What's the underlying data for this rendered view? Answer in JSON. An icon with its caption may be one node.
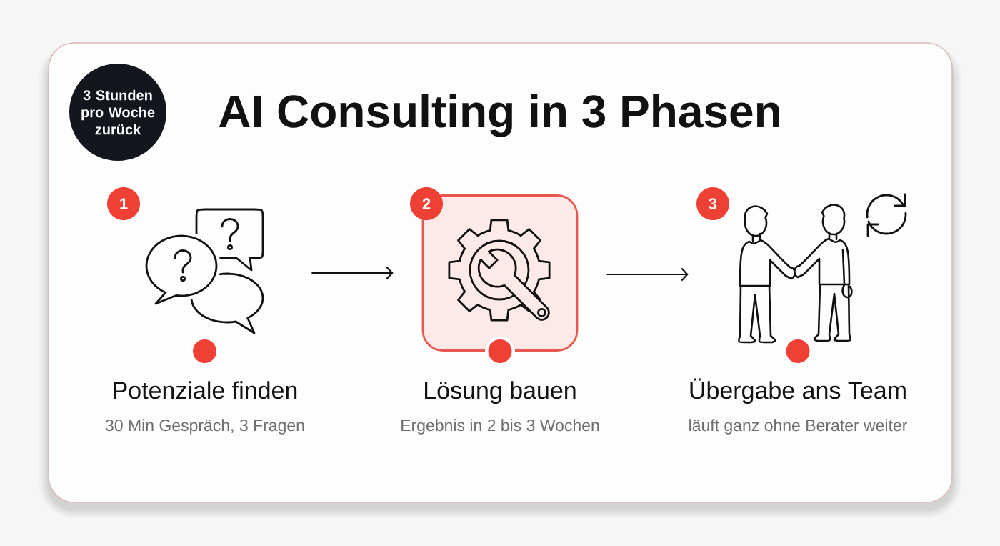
{
  "diagram": {
    "title": "AI Consulting in 3 Phasen",
    "nodes": [
      {
        "text": [
          "3 Stunden pro Woche zurück"
        ]
      },
      {
        "text": [
          "1"
        ]
      },
      {
        "text": [],
        "shape": "picture",
        "beside": [
          "Potenziale finden",
          "30 Min Gespräch, 3 Fragen"
        ]
      },
      {
        "text": [
          "2"
        ]
      },
      {
        "text": [],
        "shape": "box",
        "beside": [
          "Lösung bauen",
          "Ergebnis in 2 bis 3 Wochen"
        ]
      },
      {
        "text": [
          "3"
        ]
      },
      {
        "text": [],
        "shape": "picture",
        "beside": [
          "Übergabe ans Team",
          "läuft ganz ohne Berater weiter"
        ]
      }
    ],
    "edges": [
      {
        "from": 2,
        "to": 4,
        "arrow": "to"
      },
      {
        "from": 4,
        "to": 6,
        "arrow": "to"
      }
    ]
  }
}
